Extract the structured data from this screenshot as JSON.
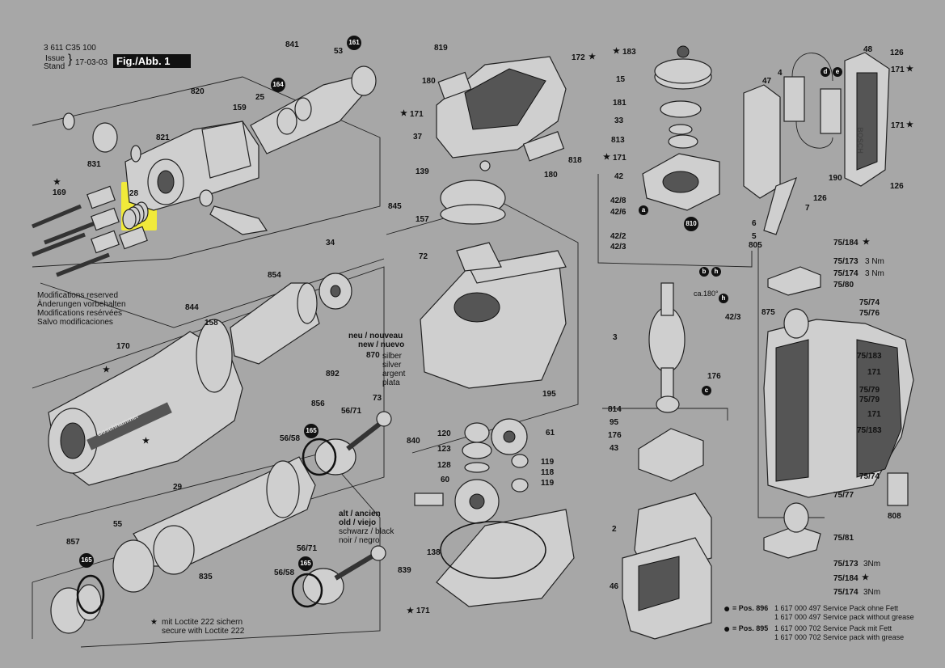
{
  "header": {
    "drawing_number": "3 611 C35 100",
    "issue_label": "Issue",
    "stand_label": "Stand",
    "issue_date": "17-03-03",
    "figure_label": "Fig./Abb. 1"
  },
  "notices": {
    "modifications": [
      "Modifications reserved",
      "Änderungen vorbehalten",
      "Modifications resérvées",
      "Salvo modificaciones"
    ],
    "loctite_line1": "mit Loctite 222 sichern",
    "loctite_line2": "secure with Loctite 222",
    "new_label_1": "neu / nouveau",
    "new_label_2": "new / nuevo",
    "silver_label": [
      "silber",
      "silver",
      "argent",
      "plata"
    ],
    "old_label_1": "alt / ancien",
    "old_label_2": "old / viejo",
    "black_label_1": "schwarz / black",
    "black_label_2": "noir / negro",
    "angle": "ca.180°",
    "torque_3nm": "3 Nm",
    "torque_3nm_compact": "3Nm",
    "brand_mark": "BOSCH",
    "brand_housing": "Boschhammer"
  },
  "service_packs": [
    {
      "pos": "= Pos. 896",
      "line1": "1 617 000 497 Service Pack ohne Fett",
      "line2": "1 617 000 497 Service pack without grease"
    },
    {
      "pos": "= Pos. 895",
      "line1": "1 617 000 702 Service Pack mit Fett",
      "line2": "1 617 000 702 Service pack with grease"
    }
  ],
  "badges": {
    "b161": "161",
    "b164": "164",
    "b165a": "165",
    "b165b": "165",
    "b165c": "165",
    "b810": "810",
    "ba": "a",
    "bb": "b",
    "bc": "c",
    "bd": "d",
    "be": "e",
    "bh": "h",
    "bh2": "h"
  },
  "labels": {
    "l841": "841",
    "l53": "53",
    "l820": "820",
    "l159": "159",
    "l25": "25",
    "l821": "821",
    "l831": "831",
    "l169": "169",
    "l28": "28",
    "l34": "34",
    "l854": "854",
    "l844": "844",
    "l158": "158",
    "l170": "170",
    "l892": "892",
    "l870": "870",
    "l856": "856",
    "l56_71a": "56/71",
    "l73": "73",
    "l56_58a": "56/58",
    "l29": "29",
    "l857": "857",
    "l55": "55",
    "l835": "835",
    "l56_71b": "56/71",
    "l56_58b": "56/58",
    "l819": "819",
    "l180a": "180",
    "l171a": "171",
    "l37": "37",
    "l172": "172",
    "l818": "818",
    "l180b": "180",
    "l139": "139",
    "l845": "845",
    "l157": "157",
    "l72": "72",
    "l195": "195",
    "l840": "840",
    "l120": "120",
    "l123": "123",
    "l128": "128",
    "l61": "61",
    "l119a": "119",
    "l118": "118",
    "l119b": "119",
    "l60": "60",
    "l138": "138",
    "l839": "839",
    "l171b": "171",
    "l183": "183",
    "l15": "15",
    "l181": "181",
    "l33": "33",
    "l813": "813",
    "l171c": "171",
    "l42": "42",
    "l42_8": "42/8",
    "l42_6": "42/6",
    "l42_2": "42/2",
    "l42_3": "42/3",
    "l42_3b": "42/3",
    "l3": "3",
    "l176a": "176",
    "l814": "814",
    "l95": "95",
    "l176b": "176",
    "l43": "43",
    "l2": "2",
    "l46": "46",
    "l48": "48",
    "l126a": "126",
    "l171d": "171",
    "l47": "47",
    "l4": "4",
    "l171e": "171",
    "l126b": "126",
    "l126c": "126",
    "l190": "190",
    "l7": "7",
    "l6": "6",
    "l5": "5",
    "l805": "805",
    "l75_184a": "75/184",
    "l75_173a": "75/173",
    "l75_174a": "75/174",
    "l75_80": "75/80",
    "l875": "875",
    "l75_74a": "75/74",
    "l75_76": "75/76",
    "l75_183a": "75/183",
    "l171f": "171",
    "l75_79a": "75/79",
    "l75_79b": "75/79",
    "l171g": "171",
    "l75_183b": "75/183",
    "l75_74b": "75/74",
    "l75_77": "75/77",
    "l808": "808",
    "l75_81": "75/81",
    "l75_173b": "75/173",
    "l75_184b": "75/184",
    "l75_174b": "75/174"
  }
}
